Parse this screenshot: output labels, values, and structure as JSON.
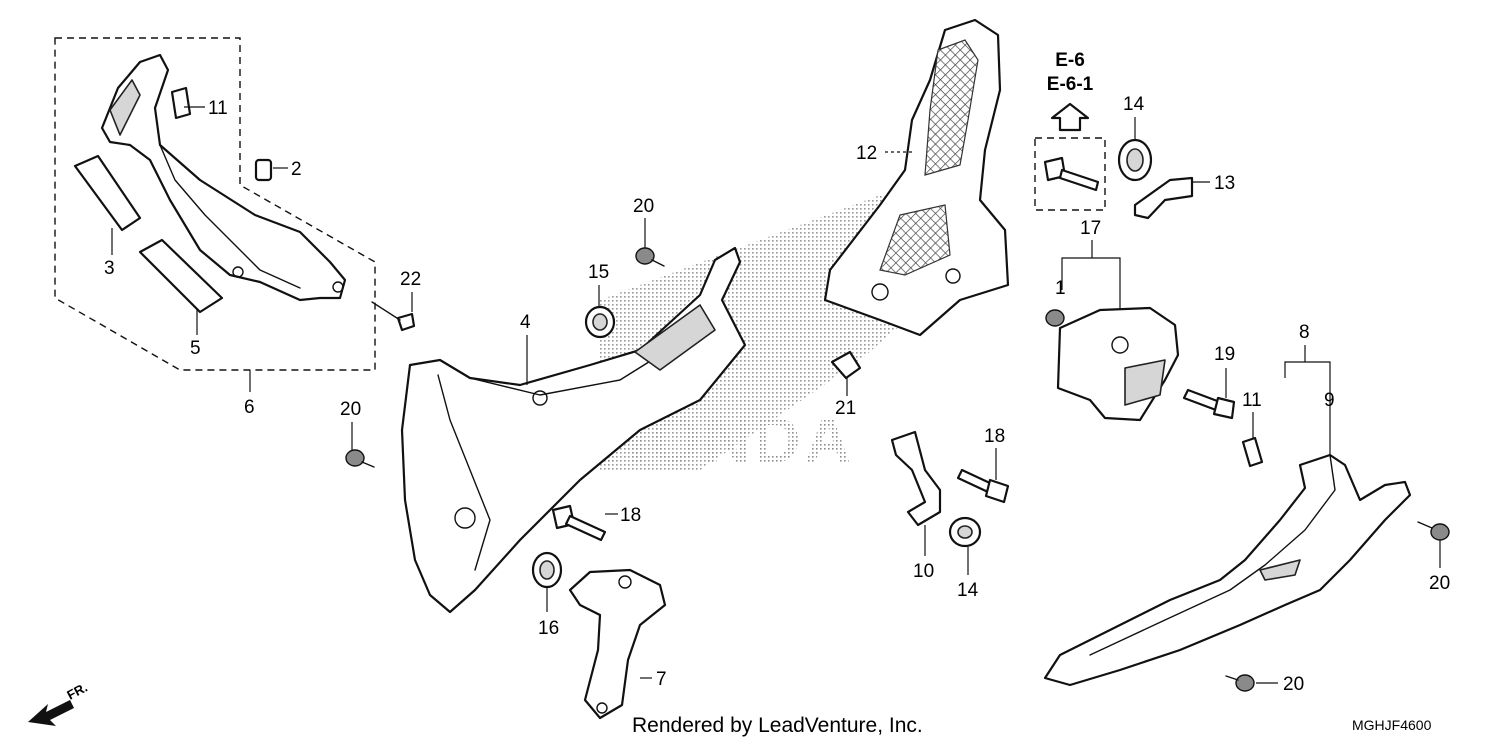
{
  "callouts": {
    "c1": "1",
    "c2": "2",
    "c3": "3",
    "c4": "4",
    "c5": "5",
    "c6": "6",
    "c7": "7",
    "c8": "8",
    "c9": "9",
    "c10": "10",
    "c11a": "11",
    "c11b": "11",
    "c12": "12",
    "c13": "13",
    "c14a": "14",
    "c14b": "14",
    "c15": "15",
    "c16": "16",
    "c17": "17",
    "c18a": "18",
    "c18b": "18",
    "c19": "19",
    "c20a": "20",
    "c20b": "20",
    "c20c": "20",
    "c20d": "20",
    "c21": "21",
    "c22": "22"
  },
  "reference": {
    "line1": "E-6",
    "line2": "E-6-1"
  },
  "watermark": "HONDA",
  "credit": "Rendered by LeadVenture, Inc.",
  "diagram_code": "MGHJF4600",
  "direction_label": "FR."
}
